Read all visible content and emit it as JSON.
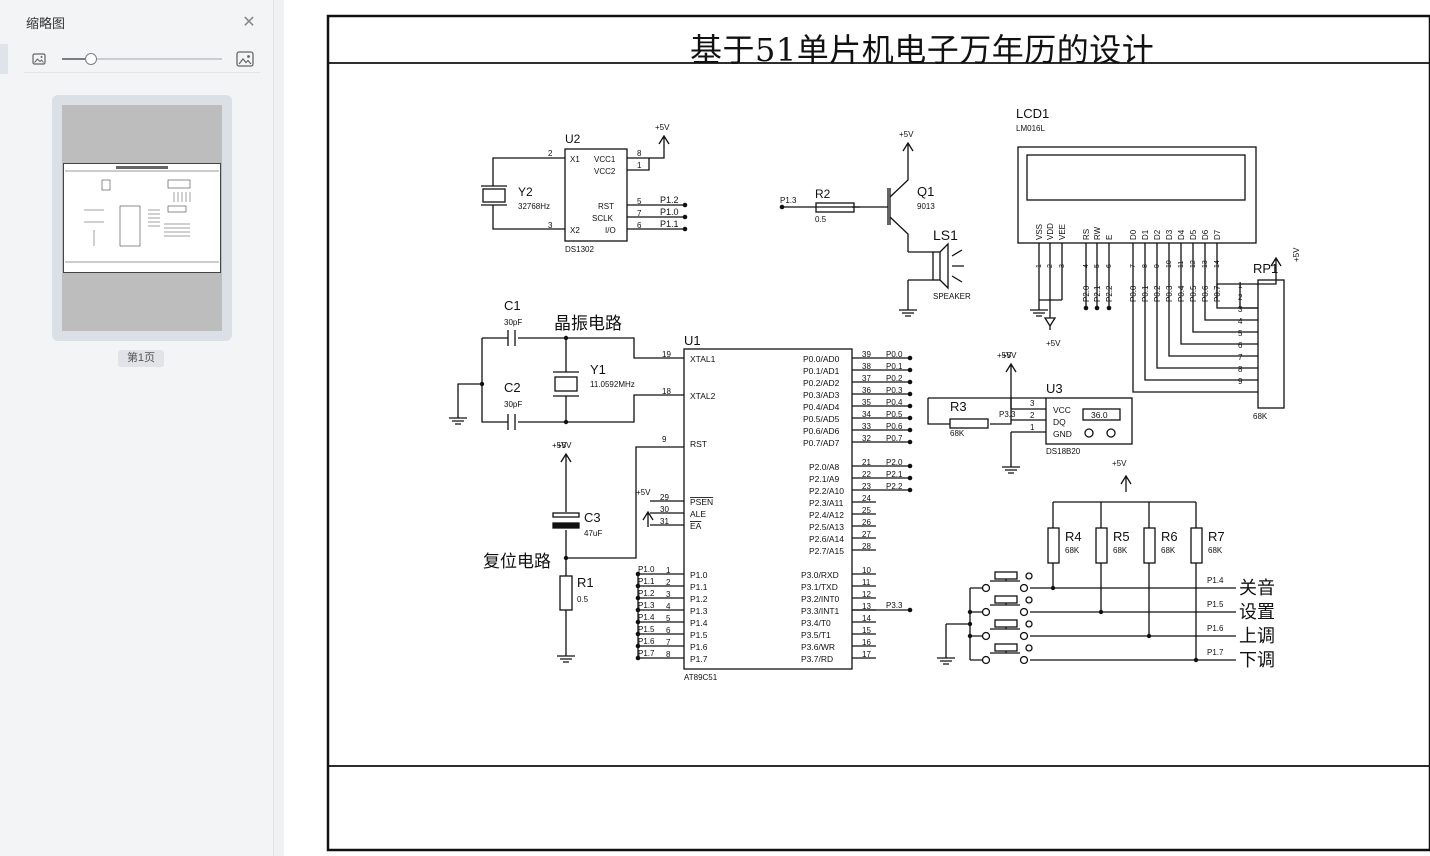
{
  "sidebar": {
    "title": "缩略图",
    "close_icon": "close-icon",
    "zoom_small_icon": "image-small-icon",
    "zoom_large_icon": "image-large-icon",
    "zoom_level": 0.18,
    "page_label": "第1页"
  },
  "document": {
    "title": "基于51单片机电子万年历的设计",
    "labels": {
      "rail_5v": "+5V",
      "u2_ref": "U2",
      "u2_part": "DS1302",
      "u2_pins": [
        "X1",
        "VCC1",
        "VCC2",
        "RST",
        "SCLK",
        "I/O",
        "X2"
      ],
      "u2_pin_nums": [
        "2",
        "8",
        "1",
        "5",
        "7",
        "6",
        "3"
      ],
      "y2_ref": "Y2",
      "y2_val": "32768Hz",
      "net_p12": "P1.2",
      "net_p10": "P1.0",
      "net_p11": "P1.1",
      "net_p13": "P1.3",
      "r2_ref": "R2",
      "r2_val": "0.5",
      "q1_ref": "Q1",
      "q1_val": "9013",
      "ls1_ref": "LS1",
      "ls1_val": "SPEAKER",
      "lcd_ref": "LCD1",
      "lcd_part": "LM016L",
      "lcd_pins": [
        "VSS",
        "VDD",
        "VEE",
        "RS",
        "RW",
        "E",
        "D0",
        "D1",
        "D2",
        "D3",
        "D4",
        "D5",
        "D6",
        "D7"
      ],
      "lcd_pin_nums": [
        "1",
        "2",
        "3",
        "4",
        "5",
        "6",
        "7",
        "8",
        "9",
        "10",
        "11",
        "12",
        "13",
        "14"
      ],
      "lcd_nets": [
        "P2.0",
        "P2.1",
        "P2.2",
        "P0.0",
        "P0.1",
        "P0.2",
        "P0.3",
        "P0.4",
        "P0.5",
        "P0.6",
        "P0.7"
      ],
      "rp1_ref": "RP1",
      "rp1_val": "68K",
      "rp1_pins": [
        "1",
        "2",
        "3",
        "4",
        "5",
        "6",
        "7",
        "8",
        "9"
      ],
      "c1_ref": "C1",
      "c1_val": "30pF",
      "c2_ref": "C2",
      "c2_val": "30pF",
      "crystal_circuit": "晶振电路",
      "y1_ref": "Y1",
      "y1_val": "11.0592MHz",
      "c3_ref": "C3",
      "c3_val": "47uF",
      "reset_circuit": "复位电路",
      "r1_ref": "R1",
      "r1_val": "0.5",
      "u1_ref": "U1",
      "u1_part": "AT89C51",
      "u1_left_pins": [
        "XTAL1",
        "XTAL2",
        "RST",
        "PSEN",
        "ALE",
        "EA",
        "P1.0",
        "P1.1",
        "P1.2",
        "P1.3",
        "P1.4",
        "P1.5",
        "P1.6",
        "P1.7"
      ],
      "u1_left_nums": [
        "19",
        "18",
        "9",
        "29",
        "30",
        "31",
        "1",
        "2",
        "3",
        "4",
        "5",
        "6",
        "7",
        "8"
      ],
      "u1_right_pins": [
        "P0.0/AD0",
        "P0.1/AD1",
        "P0.2/AD2",
        "P0.3/AD3",
        "P0.4/AD4",
        "P0.5/AD5",
        "P0.6/AD6",
        "P0.7/AD7",
        "P2.0/A8",
        "P2.1/A9",
        "P2.2/A10",
        "P2.3/A11",
        "P2.4/A12",
        "P2.5/A13",
        "P2.6/A14",
        "P2.7/A15",
        "P3.0/RXD",
        "P3.1/TXD",
        "P3.2/INT0",
        "P3.3/INT1",
        "P3.4/T0",
        "P3.5/T1",
        "P3.6/WR",
        "P3.7/RD"
      ],
      "u1_right_nums": [
        "39",
        "38",
        "37",
        "36",
        "35",
        "34",
        "33",
        "32",
        "21",
        "22",
        "23",
        "24",
        "25",
        "26",
        "27",
        "28",
        "10",
        "11",
        "12",
        "13",
        "14",
        "15",
        "16",
        "17"
      ],
      "u1_left_nets": [
        "P1.0",
        "P1.1",
        "P1.2",
        "P1.3",
        "P1.4",
        "P1.5",
        "P1.6",
        "P1.7"
      ],
      "u1_right_nets": [
        "P0.0",
        "P0.1",
        "P0.2",
        "P0.3",
        "P0.4",
        "P0.5",
        "P0.6",
        "P0.7",
        "P2.0",
        "P2.1",
        "P2.2",
        "P3.3"
      ],
      "r3_ref": "R3",
      "r3_val": "68K",
      "net_p33": "P3.3",
      "u3_ref": "U3",
      "u3_part": "DS18B20",
      "u3_pins": [
        "VCC",
        "DQ",
        "GND"
      ],
      "u3_pin_nums": [
        "3",
        "2",
        "1"
      ],
      "u3_temp": "36.0",
      "r_refs": [
        "R4",
        "R5",
        "R6",
        "R7"
      ],
      "r_vals": [
        "68K",
        "68K",
        "68K",
        "68K"
      ],
      "key_nets": [
        "P1.4",
        "P1.5",
        "P1.6",
        "P1.7"
      ],
      "key_labels": [
        "关音",
        "设置",
        "上调",
        "下调"
      ]
    }
  }
}
